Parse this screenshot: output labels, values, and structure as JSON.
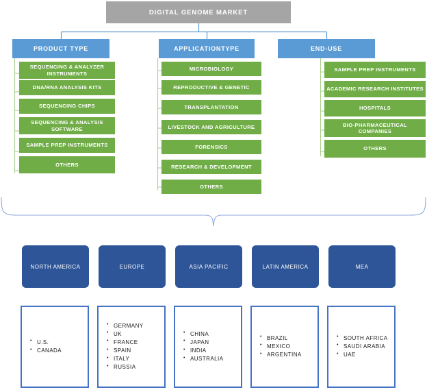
{
  "root": {
    "title": "DIGITAL GENOME MARKET"
  },
  "colors": {
    "root_fill": "#A5A5A5",
    "category_fill": "#5B9BD5",
    "item_fill": "#70AD47",
    "region_fill": "#2E5597",
    "country_border": "#4472C4",
    "connector_blue": "#5B9BD5",
    "connector_green": "#A9D18E"
  },
  "categories": [
    {
      "label": "PRODUCT TYPE",
      "items": [
        "SEQUENCING & ANALYZER INSTRUMENTS",
        "DNA/RNA ANALYSIS KITS",
        "SEQUENCING CHIPS",
        "SEQUENCING & ANALYSIS SOFTWARE",
        "SAMPLE PREP INSTRUMENTS",
        "OTHERS"
      ]
    },
    {
      "label": "APPLICATIONTYPE",
      "items": [
        "MICROBIOLOGY",
        "REPRODUCTIVE & GENETIC",
        "TRANSPLANTATION",
        "LIVESTOCK AND AGRICULTURE",
        "FORENSICS",
        "RESEARCH & DEVELOPMENT",
        "OTHERS"
      ]
    },
    {
      "label": "END-USE",
      "items": [
        "SAMPLE PREP INSTRUMENTS",
        "ACADEMIC RESEARCH INSTITUTES",
        "HOSPITALS",
        "BIO-PHARMACEUTICAL COMPANIES",
        "OTHERS"
      ]
    }
  ],
  "regions": [
    {
      "label": "NORTH AMERICA",
      "countries": [
        "U.S.",
        "CANADA"
      ]
    },
    {
      "label": "EUROPE",
      "countries": [
        "GERMANY",
        "UK",
        "FRANCE",
        "SPAIN",
        "ITALY",
        "RUSSIA"
      ]
    },
    {
      "label": "ASIA PACIFIC",
      "countries": [
        "CHINA",
        "JAPAN",
        "INDIA",
        "AUSTRALIA"
      ]
    },
    {
      "label": "LATIN AMERICA",
      "countries": [
        "BRAZIL",
        "MEXICO",
        "ARGENTINA"
      ]
    },
    {
      "label": "MEA",
      "countries": [
        "SOUTH AFRICA",
        "SAUDI ARABIA",
        "UAE"
      ]
    }
  ]
}
